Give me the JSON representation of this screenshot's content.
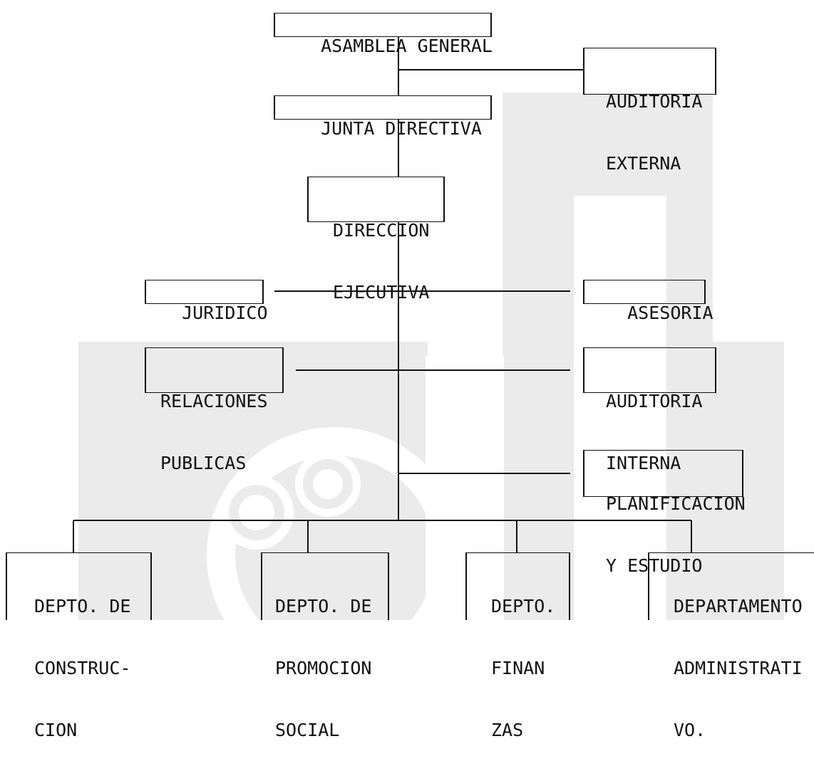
{
  "org_chart": {
    "asamblea": "ASAMBLEA GENERAL",
    "auditoria_externa": [
      "AUDITORIA",
      "EXTERNA"
    ],
    "junta": "JUNTA DIRECTIVA",
    "direccion": [
      "DIRECCION",
      "EJECUTIVA"
    ],
    "juridico": "JURIDICO",
    "asesoria": "ASESORIA",
    "relaciones": [
      "RELACIONES",
      "PUBLICAS"
    ],
    "auditoria_interna": [
      "AUDITORIA",
      "INTERNA"
    ],
    "planificacion": [
      "PLANIFICACION",
      "Y ESTUDIO"
    ],
    "construccion": [
      "DEPTO. DE",
      "CONSTRUC-",
      "CION"
    ],
    "promocion": [
      "DEPTO. DE",
      "PROMOCION",
      "SOCIAL"
    ],
    "finanzas": [
      "DEPTO.",
      "FINAN",
      "ZAS"
    ],
    "administrativo": [
      "DEPARTAMENTO",
      "ADMINISTRATI",
      "VO."
    ]
  },
  "colors": {
    "ink": "#111111",
    "watermark": "#e6e6e6"
  }
}
